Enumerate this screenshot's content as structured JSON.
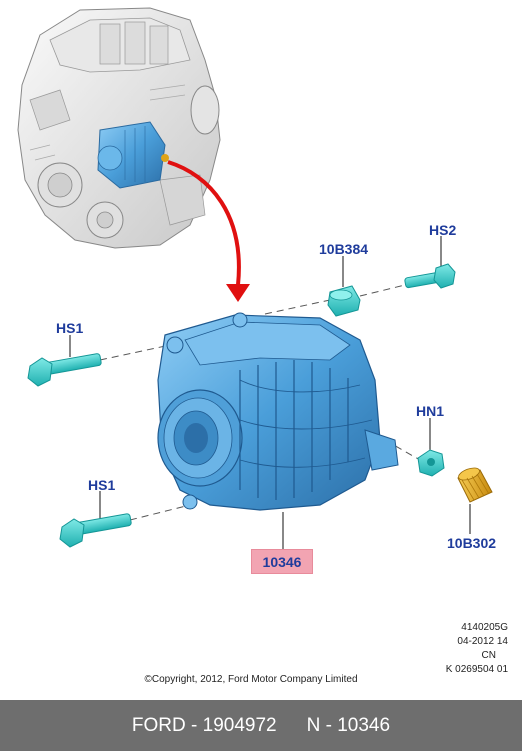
{
  "callouts": {
    "hs1_top": "HS1",
    "hs1_bottom": "HS1",
    "spacer": "10B384",
    "hs2": "HS2",
    "hn1": "HN1",
    "cap": "10B302",
    "main_part": "10346"
  },
  "reference": {
    "code": "4140205G",
    "date": "04-2012 14",
    "region": "CN",
    "sheet": "K 0269504 01"
  },
  "copyright": "©Copyright, 2012, Ford Motor Company Limited",
  "footer": {
    "left": "FORD - 1904972",
    "right": "N - 10346"
  },
  "colors": {
    "part_blue": "#5aa9e0",
    "fastener_cyan": "#3fd0cf",
    "cap_gold": "#e0a418",
    "arrow_red": "#e01010",
    "label_blue": "#1f3c9c",
    "highlight_pink": "#f2a4b2",
    "footer_gray": "#6e6e6e"
  }
}
